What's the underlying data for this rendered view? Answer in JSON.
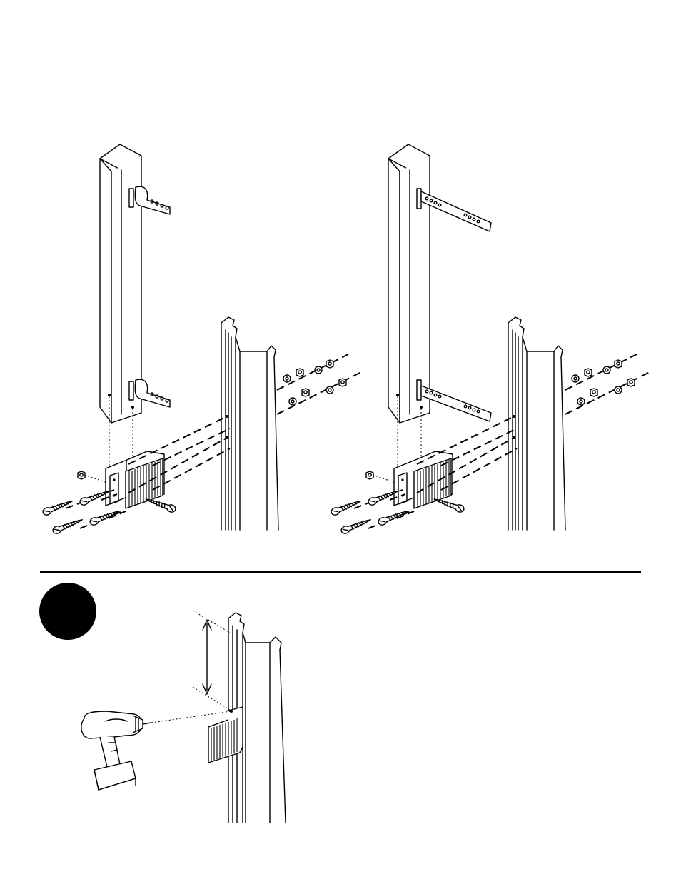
{
  "figures": [
    {
      "name": "left-post-assembly",
      "parts": [
        "square-post",
        "hook-bracket-top",
        "hook-bracket-bottom",
        "hinge-bracket",
        "screws",
        "washers-and-nuts",
        "door-frame"
      ]
    },
    {
      "name": "right-post-assembly",
      "parts": [
        "square-post",
        "long-strap-top",
        "long-strap-bottom",
        "hinge-bracket",
        "screws",
        "washers-and-nuts",
        "door-frame"
      ]
    }
  ],
  "step": {
    "marker": "filled-black-circle",
    "parts": [
      "measure-arrow",
      "drill-icon",
      "door-frame",
      "hinge-bracket"
    ]
  },
  "colors": {
    "ink": "#000000",
    "paper": "#ffffff"
  }
}
